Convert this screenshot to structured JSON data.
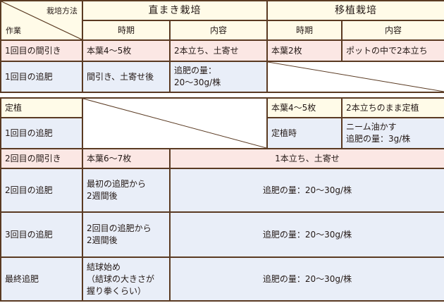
{
  "header": {
    "corner_method": "栽培方法",
    "corner_task": "作業",
    "direct": "直まき栽培",
    "transplant": "移植栽培",
    "period": "時期",
    "content": "内容"
  },
  "rows_top": [
    {
      "task": "1回目の間引き",
      "direct_period": "本葉4～5枚",
      "direct_content": "2本立ち、土寄せ",
      "trans_period": "本葉2枚",
      "trans_content": "ポットの中で2本立ち"
    },
    {
      "task": "1回目の追肥",
      "direct_period": "間引き、土寄せ後",
      "direct_content_1": "追肥の量：",
      "direct_content_2": "20～30g/株"
    }
  ],
  "rows_bottom": {
    "planting": {
      "task": "定植",
      "trans_period": "本葉4～5枚",
      "trans_content": "2本立ちのまま定植"
    },
    "fert1": {
      "task": "1回目の追肥",
      "trans_period": "定植時",
      "trans_content_1": "ニーム油かす",
      "trans_content_2": "追肥の量：3g/株"
    },
    "thin2": {
      "task": "2回目の間引き",
      "period": "本葉6～7枚",
      "content": "1本立ち、土寄せ"
    },
    "fert2": {
      "task": "2回目の追肥",
      "period_1": "最初の追肥から",
      "period_2": "2週間後",
      "content": "追肥の量：20～30g/株"
    },
    "fert3": {
      "task": "3回目の追肥",
      "period_1": "2回目の追肥から",
      "period_2": "2週間後",
      "content": "追肥の量：20～30g/株"
    },
    "final": {
      "task": "最終追肥",
      "period_1": "結球始め",
      "period_2": "（結球の大きさが",
      "period_3": "握り拳くらい）",
      "content": "追肥の量：20～30g/株"
    }
  },
  "colors": {
    "border": "#5a3a22",
    "header_bg": "#fffbe8",
    "pink_bg": "#fbe7e4",
    "blue_bg": "#e9eef8"
  }
}
